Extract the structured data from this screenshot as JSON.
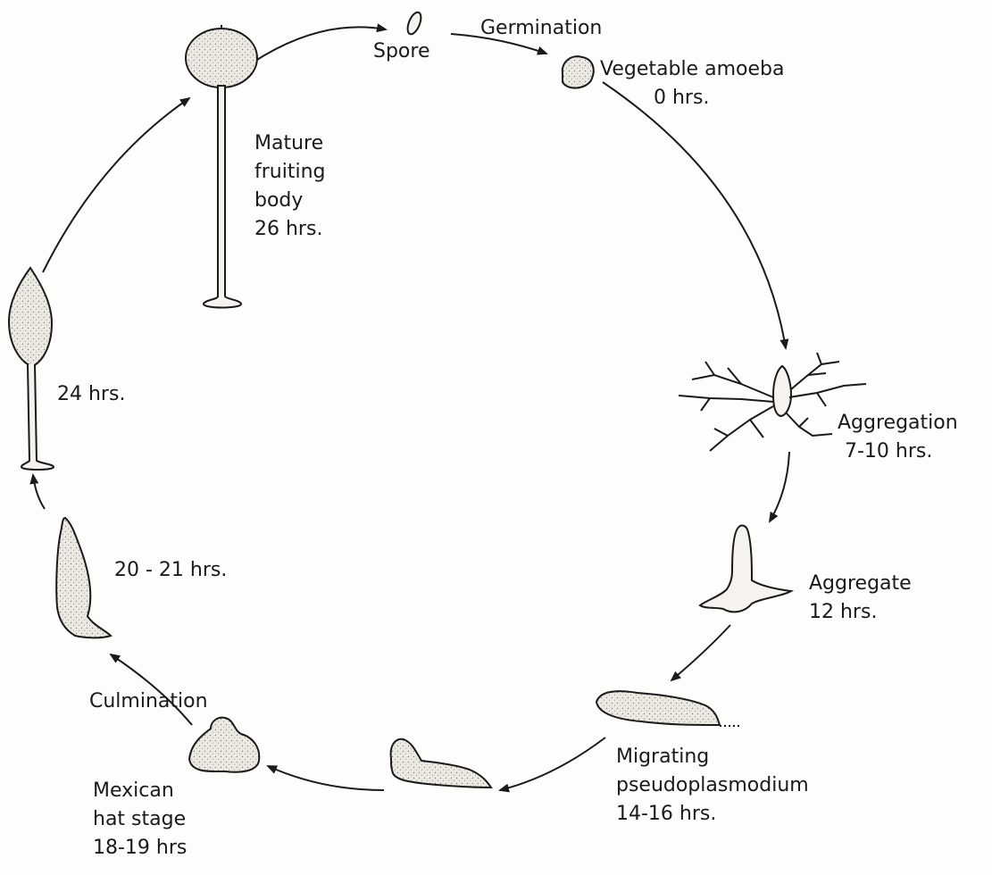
{
  "labels": {
    "spore": "Spore",
    "germination": "Germination",
    "vegetable_amoeba": {
      "name": "Vegetable amoeba",
      "time": "0 hrs."
    },
    "aggregation": {
      "name": "Aggregation",
      "time": "7-10 hrs."
    },
    "aggregate": {
      "name": "Aggregate",
      "time": "12 hrs."
    },
    "migrating": {
      "line1": "Migrating",
      "line2": "pseudoplasmodium",
      "time": "14-16 hrs."
    },
    "mexican_hat": {
      "line1": "Mexican",
      "line2": "hat stage",
      "time": "18-19 hrs"
    },
    "culmination": "Culmination",
    "stage_20_21": "20 - 21 hrs.",
    "stage_24": "24 hrs.",
    "mature": {
      "line1": "Mature",
      "line2": "fruiting",
      "line3": "body",
      "time": "26 hrs."
    }
  },
  "colors": {
    "ink": "#1a1a1a",
    "fill": "#ece8e2",
    "background": "#fdfdfc"
  }
}
